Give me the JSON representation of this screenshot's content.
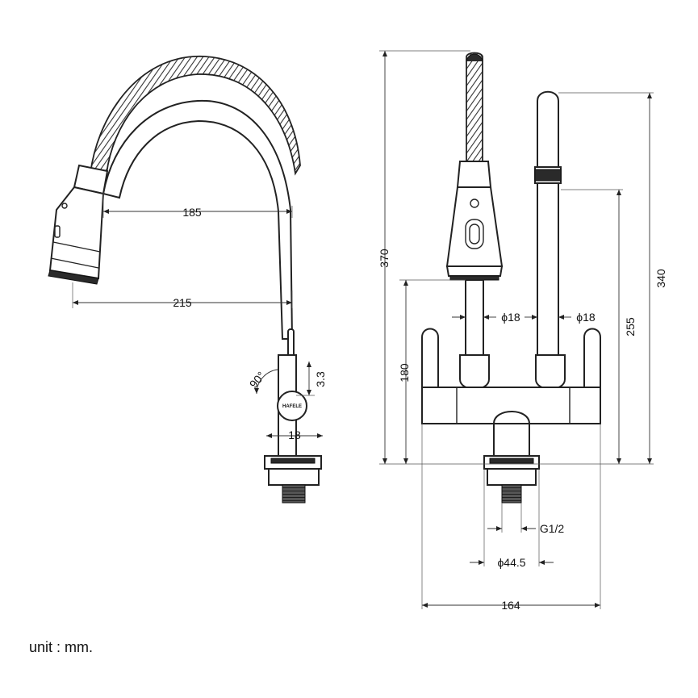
{
  "dimensions": {
    "spout_reach_inner": "185",
    "spout_reach_outer": "215",
    "swivel_angle": "90°",
    "lever_offset": "3.3",
    "body_diameter_side": "18",
    "overall_height": "370",
    "column_height": "340",
    "outlet_height": "255",
    "base_body_height": "180",
    "pullout_pipe_diameter": "ϕ18",
    "water_column_diameter": "ϕ18",
    "thread_size": "G1/2",
    "mount_diameter": "ϕ44.5",
    "base_width": "164"
  },
  "brand_label": "HAFELE",
  "unit_label": "unit : mm."
}
